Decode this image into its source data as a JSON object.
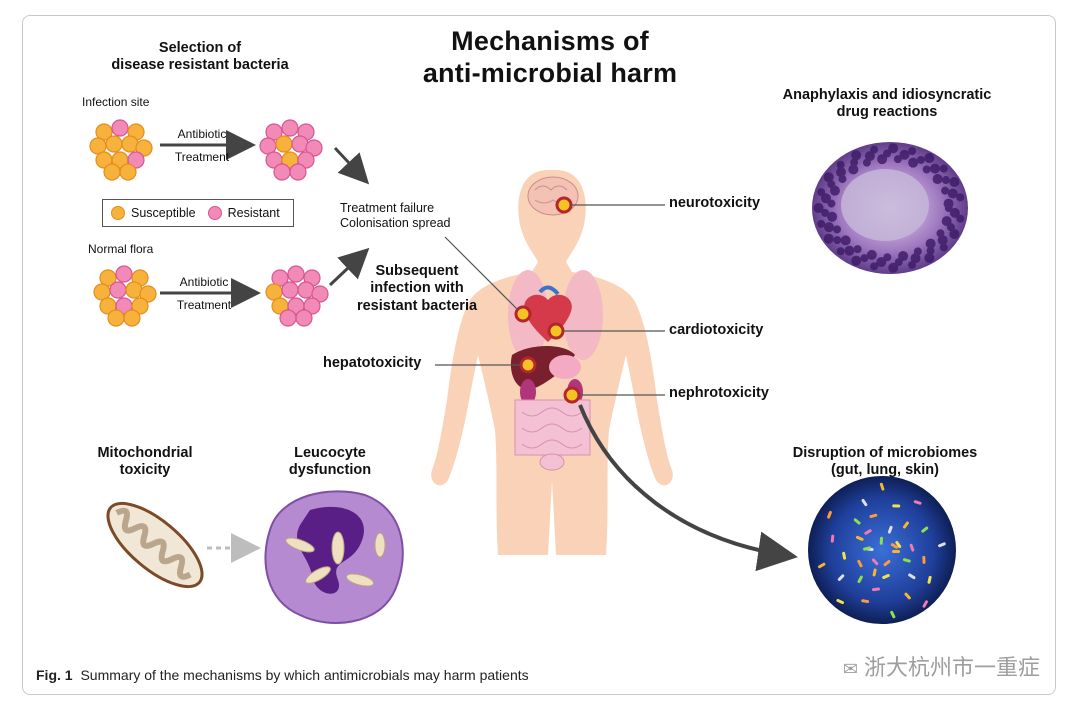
{
  "title": {
    "line1": "Mechanisms of",
    "line2": "anti-microbial harm"
  },
  "selection": {
    "heading_line1": "Selection of",
    "heading_line2": "disease resistant bacteria",
    "infection_site": "Infection site",
    "normal_flora": "Normal flora",
    "antibiotic": "Antibiotic",
    "treatment": "Treatment",
    "legend": {
      "susceptible": "Susceptible",
      "resistant": "Resistant"
    },
    "colors": {
      "susceptible": "#f6b23c",
      "resistant": "#f28ab8"
    }
  },
  "outcomes": {
    "treatment_failure": "Treatment failure",
    "colonisation_spread": "Colonisation spread",
    "subsequent_line1": "Subsequent",
    "subsequent_line2": "infection with",
    "subsequent_line3": "resistant bacteria"
  },
  "organs": {
    "neurotoxicity": "neurotoxicity",
    "cardiotoxicity": "cardiotoxicity",
    "hepatotoxicity": "hepatotoxicity",
    "nephrotoxicity": "nephrotoxicity"
  },
  "anaphylaxis": {
    "line1": "Anaphylaxis and idiosyncratic",
    "line2": "drug reactions"
  },
  "mito": {
    "line1": "Mitochondrial",
    "line2": "toxicity"
  },
  "leuco": {
    "line1": "Leucocyte",
    "line2": "dysfunction"
  },
  "microbiome": {
    "line1": "Disruption of microbiomes",
    "line2": "(gut, lung, skin)"
  },
  "caption": {
    "label": "Fig. 1",
    "text": "Summary of the mechanisms by which antimicrobials may harm patients"
  },
  "watermark": "浙大杭州市一重症",
  "colors": {
    "skin": "#f9d2b7",
    "marker": "#f6c324",
    "marker_ring": "#b5252b",
    "arrow": "#444444"
  }
}
